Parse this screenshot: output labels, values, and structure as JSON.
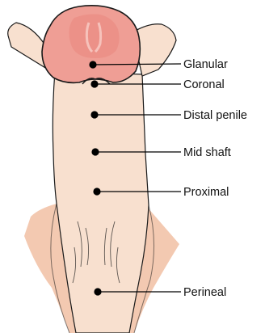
{
  "colors": {
    "skin": "#f8e0cf",
    "skin_shadow": "#f3c9b1",
    "glans": "#ef9e95",
    "glans_inner": "#e9877d",
    "glans_ridge": "#f6c2bb",
    "outline": "#1a1a1a",
    "marker": "#000000",
    "background": "#ffffff"
  },
  "labels": [
    {
      "id": "glanular",
      "text": "Glanular"
    },
    {
      "id": "coronal",
      "text": "Coronal"
    },
    {
      "id": "distal-penile",
      "text": "Distal penile"
    },
    {
      "id": "mid-shaft",
      "text": "Mid shaft"
    },
    {
      "id": "proximal",
      "text": "Proximal"
    },
    {
      "id": "perineal",
      "text": "Perineal"
    }
  ]
}
